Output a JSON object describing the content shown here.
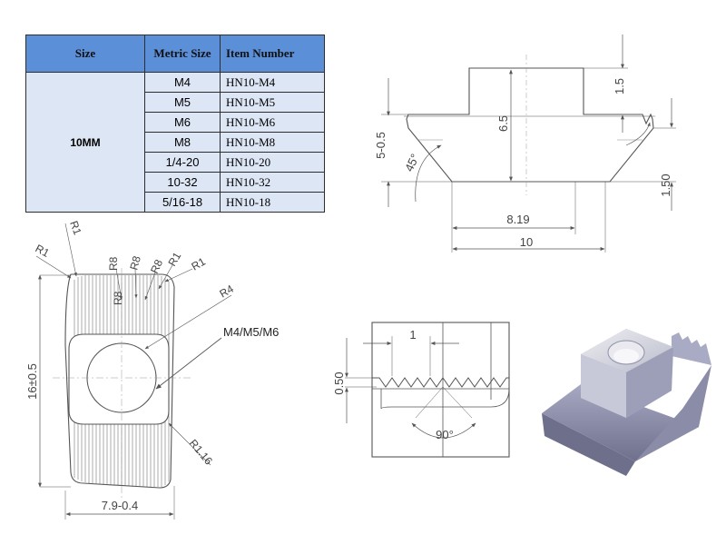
{
  "table": {
    "headers": [
      "Size",
      "Metric Size",
      "Item Number"
    ],
    "size_value": "10MM",
    "rows": [
      {
        "metric": "M4",
        "item": "HN10-M4"
      },
      {
        "metric": "M5",
        "item": "HN10-M5"
      },
      {
        "metric": "M6",
        "item": "HN10-M6"
      },
      {
        "metric": "M8",
        "item": "HN10-M8"
      },
      {
        "metric": "1/4-20",
        "item": "HN10-20"
      },
      {
        "metric": "10-32",
        "item": "HN10-32"
      },
      {
        "metric": "5/16-18",
        "item": "HN10-18"
      }
    ]
  },
  "dims": {
    "side": {
      "d1_5": "1.5",
      "d6_5": "6.5",
      "d5": "5-0.5",
      "angle": "45°",
      "d1_50": "1.50",
      "d8_19": "8.19",
      "d10": "10"
    },
    "plan": {
      "r1a": "R1",
      "r1b": "R1",
      "r1c": "R1",
      "r8a": "R8",
      "r8b": "R8",
      "r8c": "R8",
      "r8d": "R8",
      "r4": "R4",
      "r1_16": "R1.16",
      "d16": "16±0.5",
      "d7_9": "7.9-0.4",
      "thread": "M4/M5/M6"
    },
    "tooth": {
      "pitch": "1",
      "depth": "0.50",
      "angle": "90°"
    }
  },
  "colors": {
    "header": "#5b8fd8",
    "cell": "#dde6f4",
    "line": "#555555",
    "nut_body": "#9a9bb5"
  }
}
